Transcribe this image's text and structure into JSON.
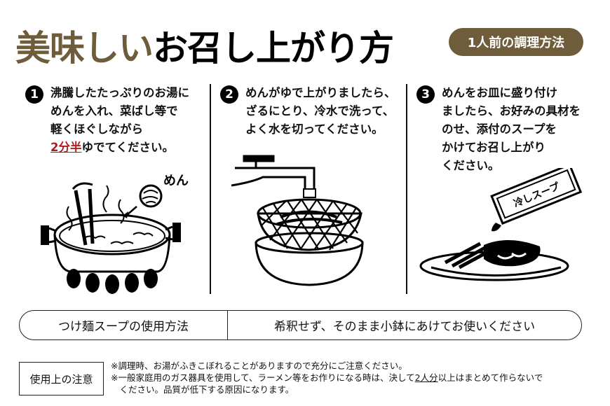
{
  "header": {
    "title_part1": "美味しい",
    "title_part2": "お召し上がり方",
    "badge": "1人前の調理方法",
    "accent_color": "#6e5c3a"
  },
  "steps": [
    {
      "number": "1",
      "lines": [
        "沸騰したたっぷりのお湯に",
        "めんを入れ、菜ばし等で",
        "軽くほぐしながら"
      ],
      "highlight": "2分半",
      "last_line_rest": "ゆでてください。",
      "illustration": "pot-boiling-noodles",
      "illustration_label": "めん"
    },
    {
      "number": "2",
      "lines": [
        "めんがゆで上がりましたら、",
        "ざるにとり、冷水で洗って、",
        "よく水を切ってください。"
      ],
      "illustration": "faucet-colander-bowl"
    },
    {
      "number": "3",
      "lines": [
        "めんをお皿に盛り付け",
        "ましたら、お好みの具材を",
        "のせ、添付のスープを",
        "かけてお召し上がり",
        "ください。"
      ],
      "illustration": "soup-packet-plate",
      "packet_label": "冷しスープ"
    }
  ],
  "soup_usage": {
    "label": "つけ麺スープの使用方法",
    "value": "希釈せず、そのまま小鉢にあけてお使いください"
  },
  "notes": {
    "label": "使用上の注意",
    "line1": "※調理時、お湯がふきこぼれることがありますので充分にご注意ください。",
    "line2_pre": "※一般家庭用のガス器具を使用して、ラーメン等をお作りになる時は、決して",
    "line2_ul": "2人分",
    "line2_post": "以上はまとめて作らないで",
    "line3": "　ください。品質が低下する原因になります。"
  }
}
